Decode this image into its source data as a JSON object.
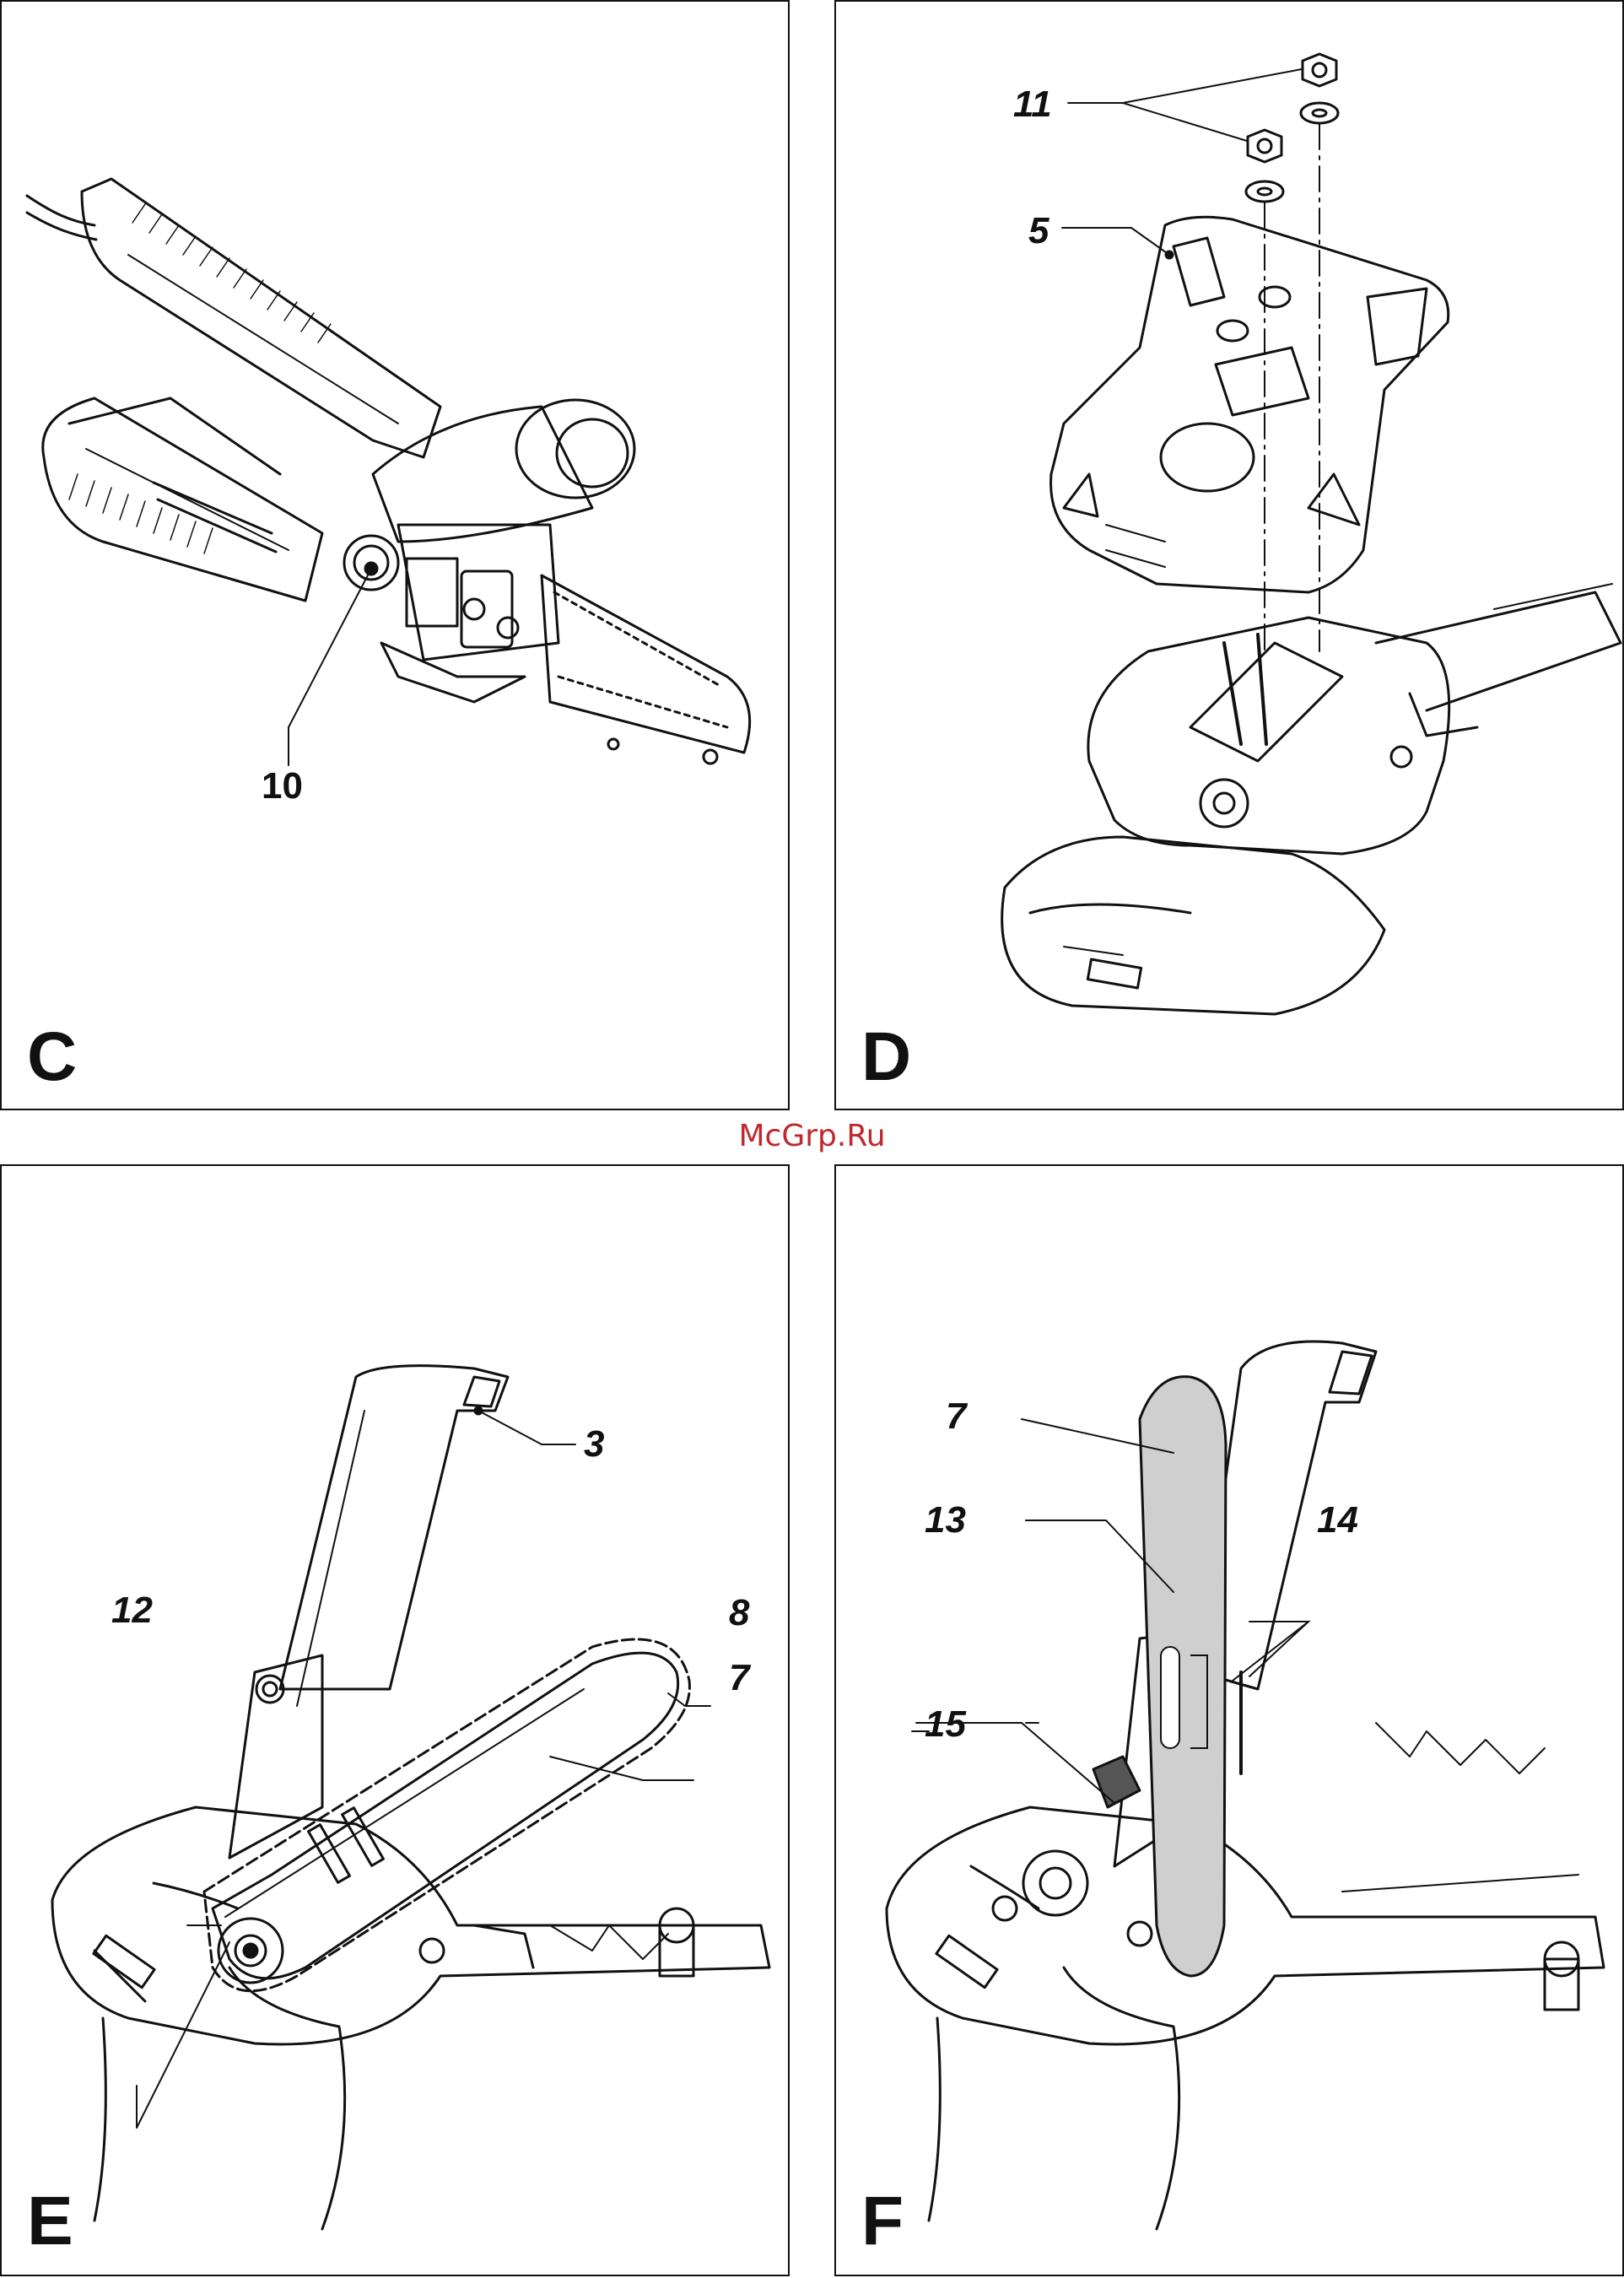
{
  "watermark": "McGrp.Ru",
  "panels": {
    "c": {
      "letter": "C",
      "callouts": [
        "10"
      ]
    },
    "d": {
      "letter": "D",
      "callouts": [
        "11",
        "5"
      ]
    },
    "e": {
      "letter": "E",
      "callouts": [
        "3",
        "12",
        "8",
        "7"
      ]
    },
    "f": {
      "letter": "F",
      "callouts": [
        "7",
        "13",
        "14",
        "15"
      ]
    }
  },
  "colors": {
    "line": "#111111",
    "bar_fill": "#cfcfcf",
    "watermark": "#c0282d"
  }
}
